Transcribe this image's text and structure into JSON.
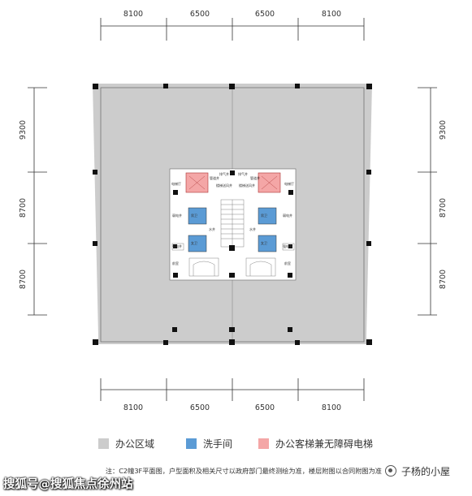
{
  "dimensions": {
    "top": [
      "8100",
      "6500",
      "6500",
      "8100"
    ],
    "bottom": [
      "8100",
      "6500",
      "6500",
      "8100"
    ],
    "left": [
      "9300",
      "8700",
      "8700"
    ],
    "right": [
      "9300",
      "8700",
      "8700"
    ]
  },
  "rooms": {
    "elevator_hall_left": "电梯厅",
    "elevator_hall_right": "电梯厅",
    "exhaust_shaft_left": "排气井",
    "exhaust_shaft_right": "排气井",
    "pipe_shaft_left": "管道井",
    "pipe_shaft_right": "管道井",
    "duct_shaft_left": "楼梯送风井",
    "duct_shaft_right": "楼梯送风井",
    "weak_current_left": "弱电井",
    "weak_current_right": "弱电井",
    "toilet_male_left": "男卫",
    "toilet_female_left": "女卫",
    "toilet_male_right": "男卫",
    "toilet_female_right": "女卫",
    "water_room_left": "水井",
    "water_room_right": "水井",
    "strong_current_left": "强电井",
    "strong_current_right": "强电井",
    "front_room_left": "前室",
    "front_room_right": "前室"
  },
  "legend": [
    {
      "label": "办公区域",
      "color": "#cccccc"
    },
    {
      "label": "洗手间",
      "color": "#5b9bd5"
    },
    {
      "label": "办公客梯兼无障碍电梯",
      "color": "#f4a6a6"
    }
  ],
  "note": "注：C2幢3F平面图，户型面积及相关尺寸以政府部门最终测绘为准，楼层附图以合同附图为准",
  "watermarks": {
    "right": "子杨的小屋",
    "bottom": "搜狐号@搜狐焦点徐州站"
  },
  "colors": {
    "office": "#cccccc",
    "toilet": "#5b9bd5",
    "elevator": "#f4a6a6",
    "column": "#111111",
    "line": "#333333"
  }
}
